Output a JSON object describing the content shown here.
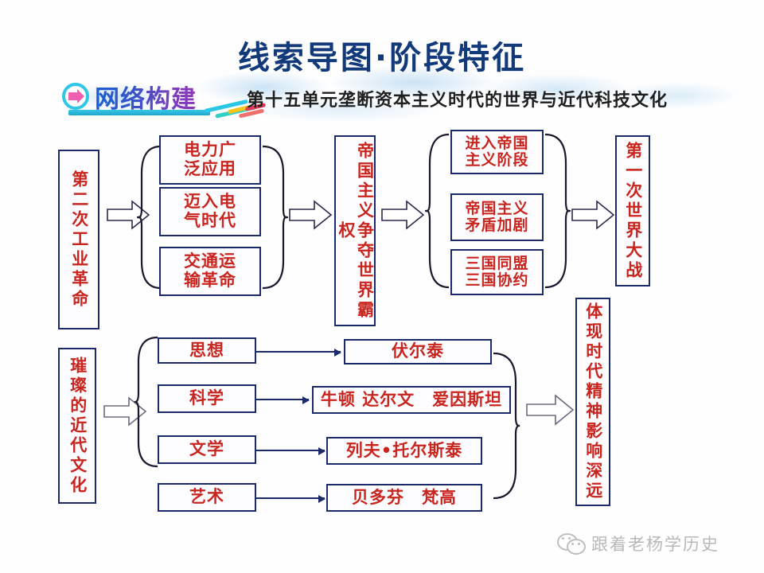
{
  "header": {
    "main_title": "线索导图·阶段特征",
    "badge_label": "网络构建",
    "badge_icon": "circular-arrow-icon",
    "subtitle": "第十五单元垄断资本主义时代的世界与近代科技文化"
  },
  "colors": {
    "box_border": "#1b2a6b",
    "box_text": "#c9251f",
    "title": "#123a7a",
    "badge_circle": "#2ec7e8",
    "badge_arrow": "#f05fb0"
  },
  "diagram": {
    "row1": {
      "source": "第二次工业革命",
      "group1": [
        "电力广\n泛应用",
        "迈入电\n气时代",
        "交通运\n输革命"
      ],
      "middle": "帝国主义争夺世界霸权",
      "group2": [
        "进入帝国\n主义阶段",
        "帝国主义\n矛盾加剧",
        "三国同盟\n三国协约"
      ],
      "result": "第一次世界大战"
    },
    "row2": {
      "source": "璀璨的近代文化",
      "categories": [
        "思想",
        "科学",
        "文学",
        "艺术"
      ],
      "figures": [
        "伏尔泰",
        "牛顿 达尔文　爱因斯坦",
        "列夫•托尔斯泰",
        "贝多芬　梵高"
      ],
      "result": "体现时代精神影响深远"
    }
  },
  "watermark": {
    "text": "跟着老杨学历史",
    "icon": "wechat-icon"
  }
}
